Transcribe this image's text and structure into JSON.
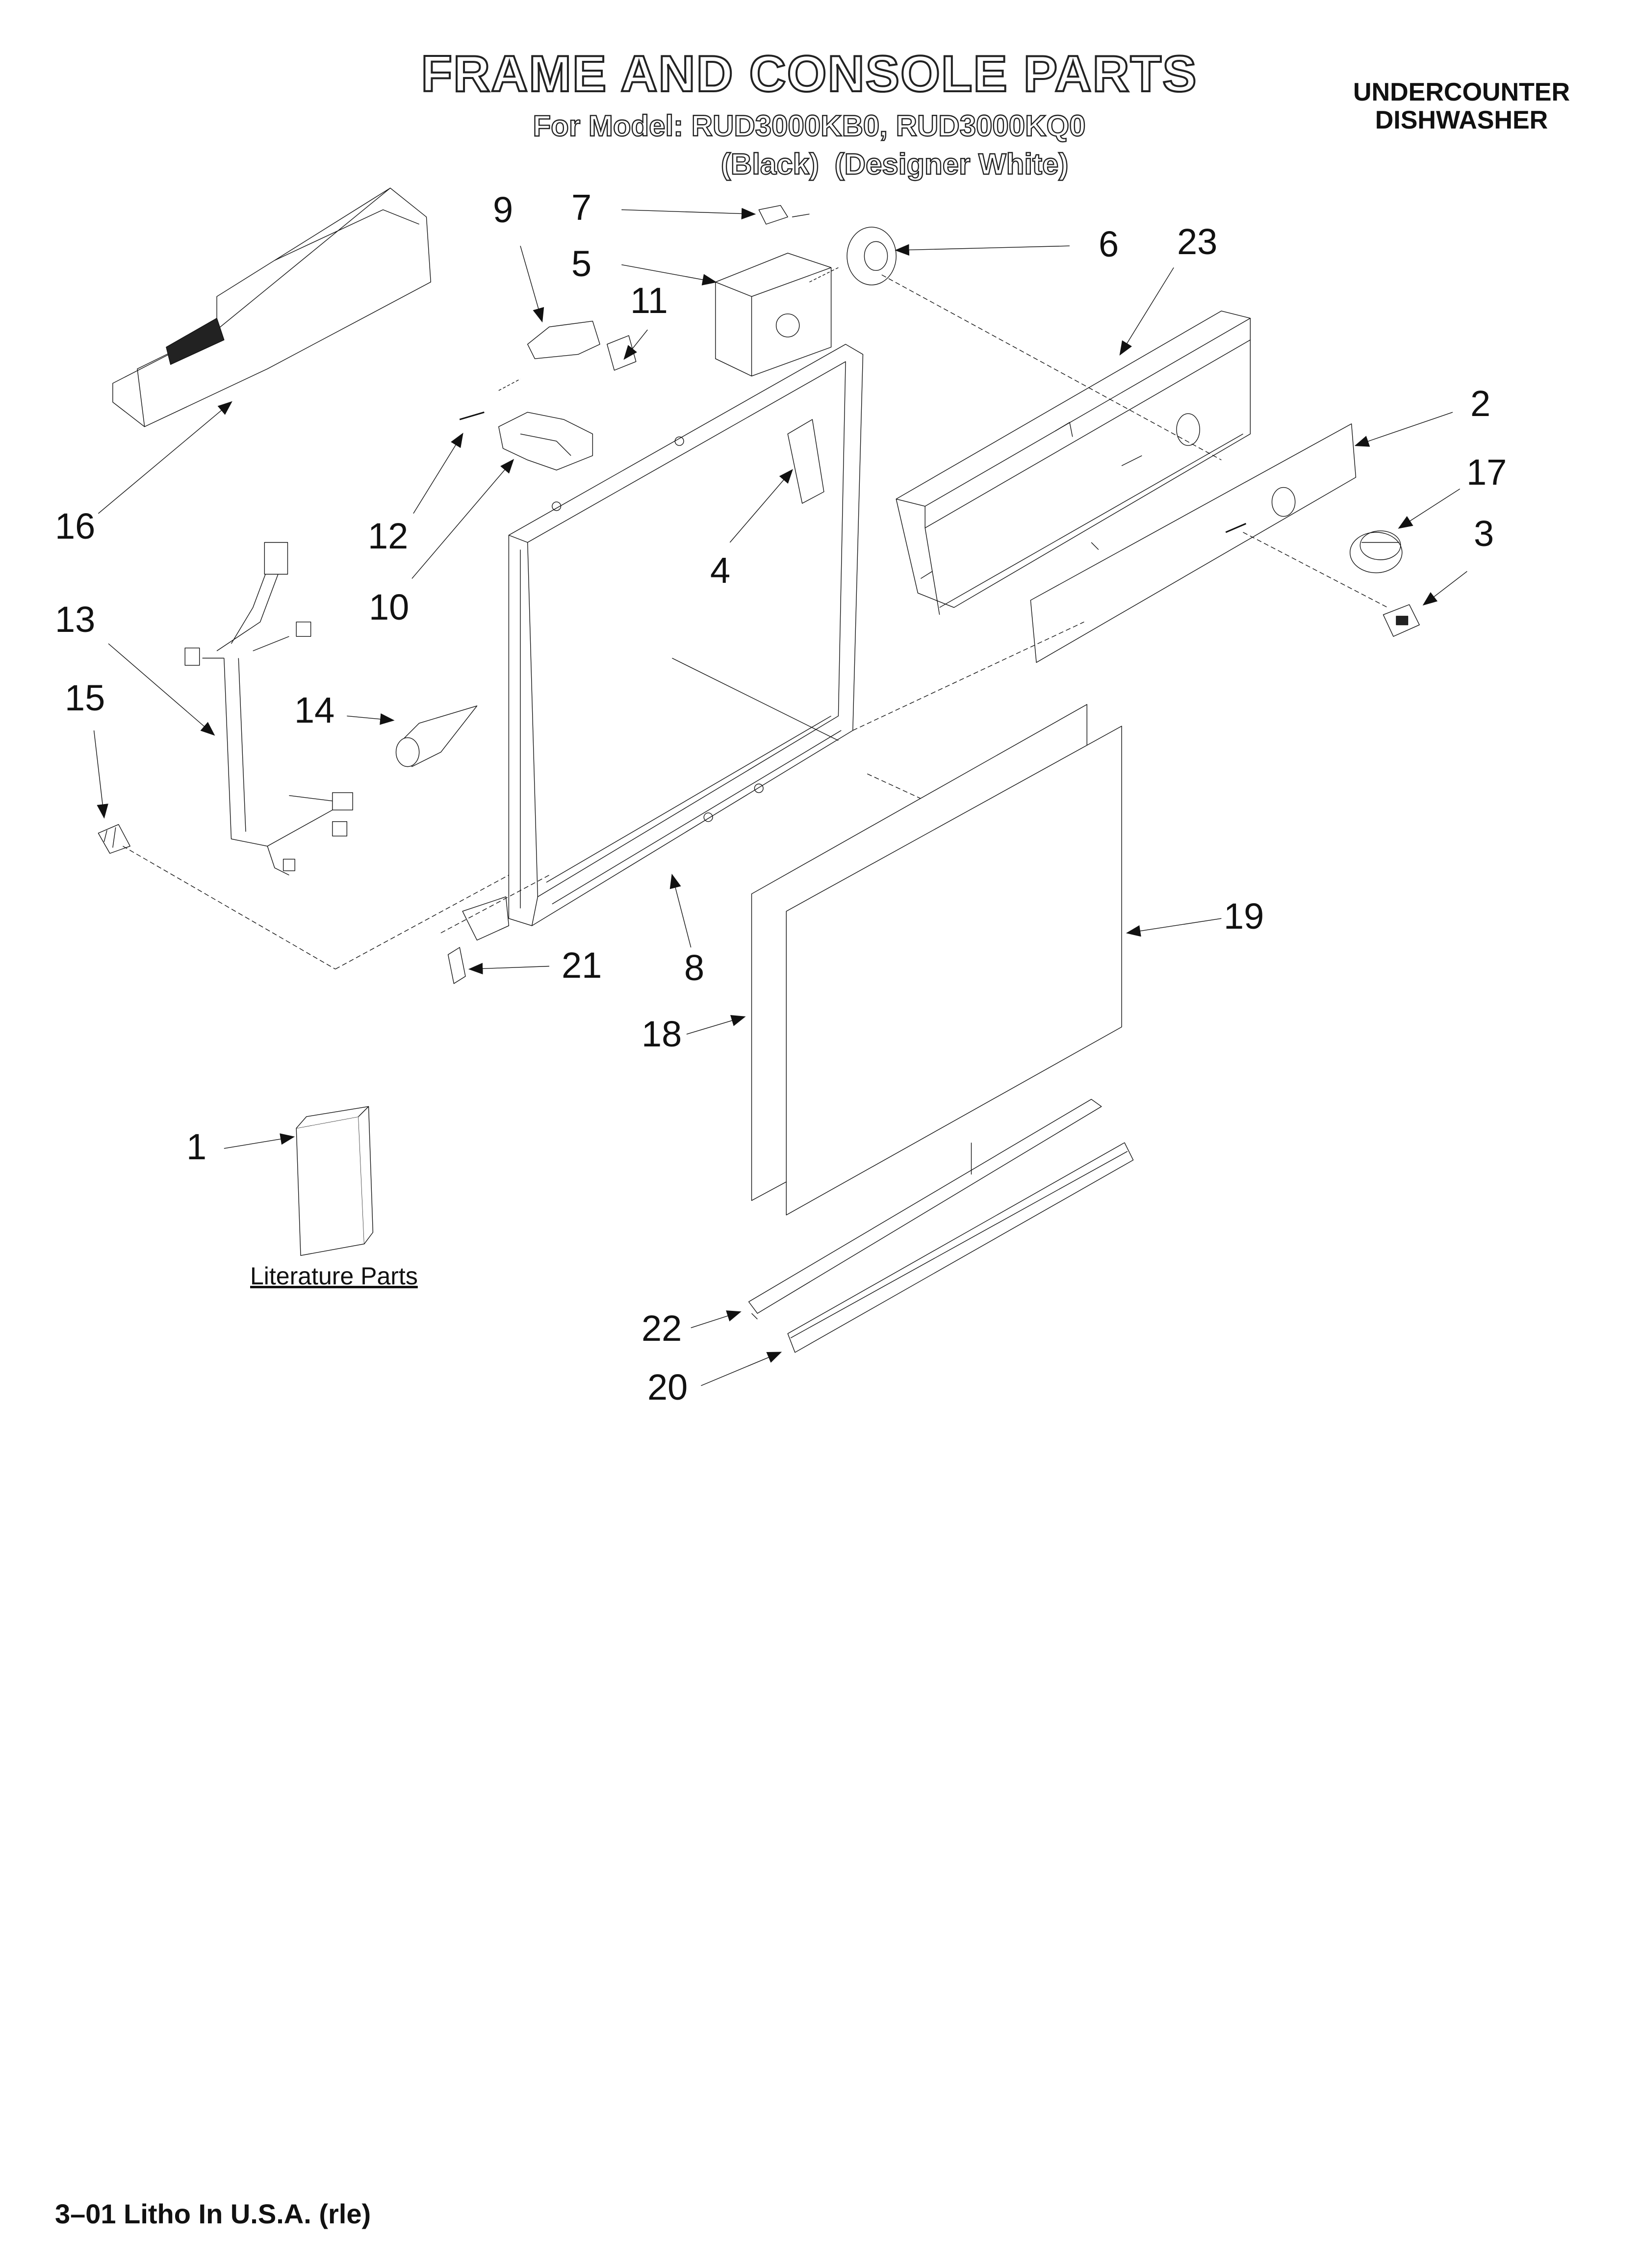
{
  "header": {
    "title": "FRAME AND CONSOLE PARTS",
    "models": "For Model: RUD3000KB0, RUD3000KQ0",
    "variant_black": "(Black)",
    "variant_white": "(Designer White)",
    "appliance_line1": "UNDERCOUNTER",
    "appliance_line2": "DISHWASHER"
  },
  "callouts": {
    "c1": "1",
    "c2": "2",
    "c3": "3",
    "c4": "4",
    "c5": "5",
    "c6": "6",
    "c7": "7",
    "c8": "8",
    "c9": "9",
    "c10": "10",
    "c11": "11",
    "c12": "12",
    "c13": "13",
    "c14": "14",
    "c15": "15",
    "c16": "16",
    "c17": "17",
    "c18": "18",
    "c19": "19",
    "c20": "20",
    "c21": "21",
    "c22": "22",
    "c23": "23"
  },
  "literature_label": "Literature Parts",
  "footer": {
    "litho": "3–01 Litho In U.S.A. (rle)"
  }
}
